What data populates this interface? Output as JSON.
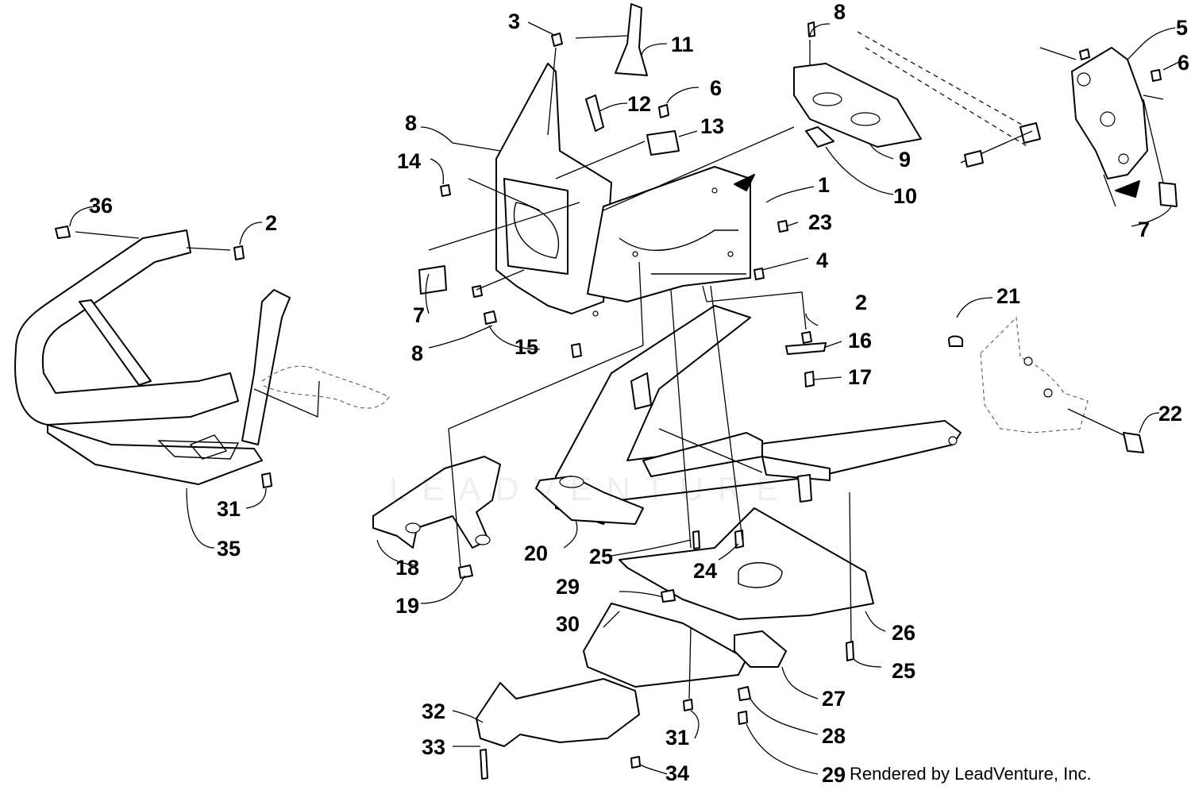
{
  "callouts": [
    "1",
    "2",
    "3",
    "4",
    "5",
    "6",
    "7",
    "8",
    "9",
    "10",
    "11",
    "12",
    "13",
    "14",
    "15",
    "16",
    "17",
    "18",
    "19",
    "20",
    "21",
    "22",
    "23",
    "24",
    "25",
    "26",
    "27",
    "28",
    "29",
    "30",
    "31",
    "32",
    "33",
    "34",
    "35",
    "36"
  ],
  "footer": {
    "credit": "Rendered by LeadVenture, Inc."
  },
  "watermark": {
    "text": "LEADVENTURE"
  }
}
